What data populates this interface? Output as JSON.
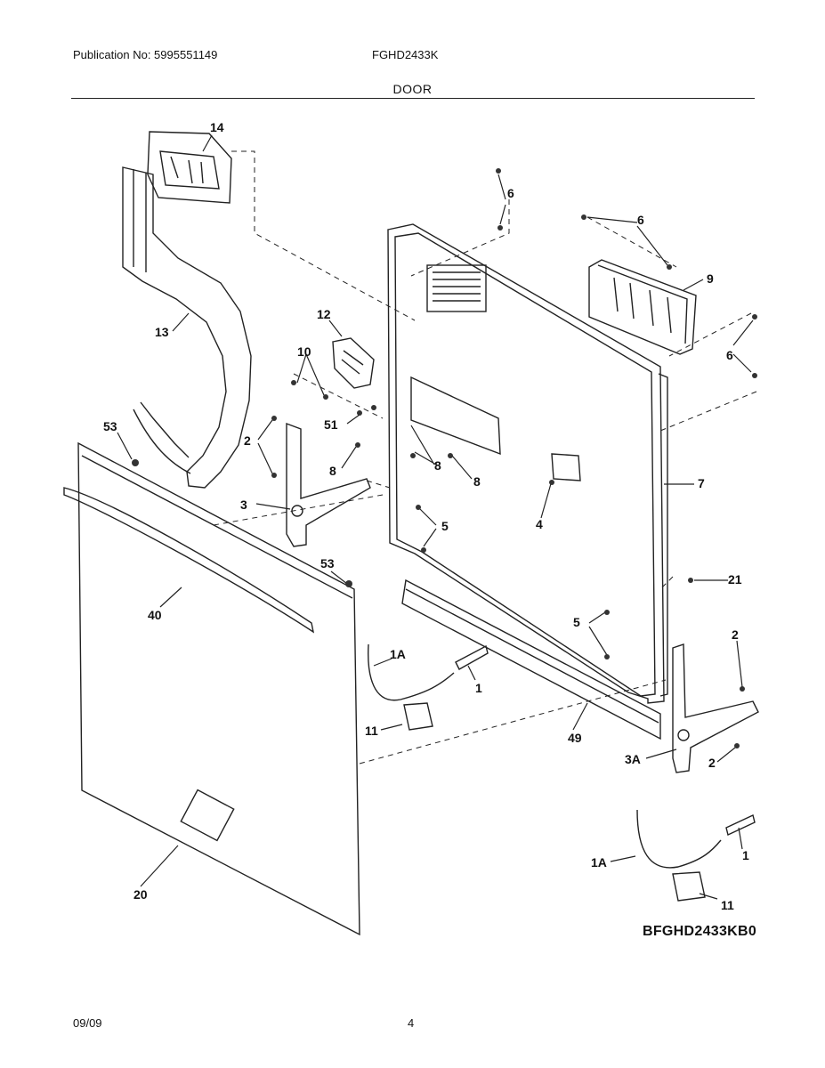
{
  "header": {
    "publication": "Publication No: 5995551149",
    "model": "FGHD2433K",
    "section": "DOOR"
  },
  "footer": {
    "date": "09/09",
    "page": "4"
  },
  "diagram": {
    "code": "BFGHD2433KB0",
    "callouts": [
      "14",
      "13",
      "12",
      "10",
      "6",
      "6",
      "9",
      "6",
      "7",
      "53",
      "2",
      "3",
      "51",
      "8",
      "8",
      "8",
      "4",
      "5",
      "53",
      "40",
      "21",
      "5",
      "2",
      "1A",
      "1",
      "11",
      "49",
      "3A",
      "2",
      "20",
      "1A",
      "1",
      "11"
    ]
  }
}
